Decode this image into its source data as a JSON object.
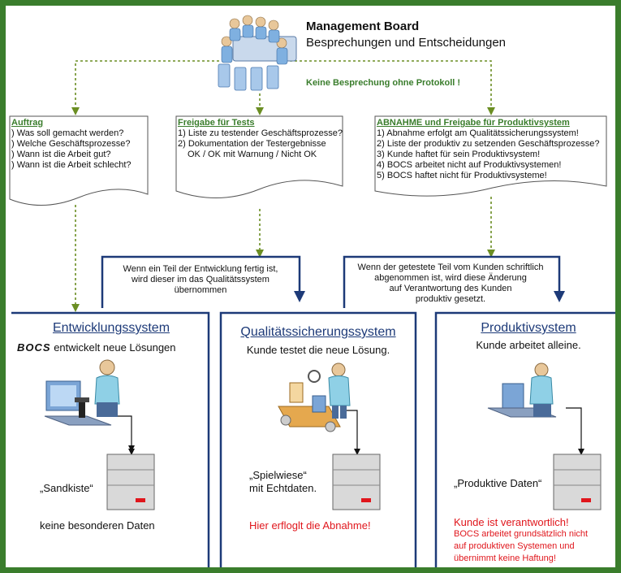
{
  "colors": {
    "frame": "#3a7d2c",
    "green_text": "#3a7d2c",
    "arrow_dotted": "#6b8e23",
    "dark_blue": "#1d3a78",
    "red": "#e0161c"
  },
  "header": {
    "title": "Management Board",
    "subtitle": "Besprechungen und Entscheidungen",
    "note": "Keine Besprechung ohne Protokoll !"
  },
  "docs": {
    "auftrag": {
      "title": "Auftrag",
      "items": [
        ") Was soll gemacht werden?",
        ") Welche Geschäftsprozesse?",
        ") Wann ist die Arbeit gut?",
        ") Wann ist die Arbeit schlecht?"
      ]
    },
    "freigabe": {
      "title": "Freigabe für Tests",
      "items": [
        "1) Liste zu testender Geschäftsprozesse?",
        "2) Dokumentation der Testergebnisse",
        "OK / OK mit Warnung / Nicht OK"
      ]
    },
    "abnahme": {
      "title": "ABNAHME und Freigabe für Produktivsystem",
      "items": [
        "1) Abnahme erfolgt am Qualitätssicherungssystem!",
        "2) Liste der produktiv zu setzenden Geschäftsprozesse?",
        "3) Kunde haftet für sein Produktivsystem!",
        "4) BOCS arbeitet nicht auf Produktivsystemen!",
        "5) BOCS haftet nicht für Produktivsysteme!"
      ]
    }
  },
  "transitions": {
    "dev_to_qa": [
      "Wenn ein Teil der Entwicklung fertig ist,",
      "wird dieser im das Qualitätssystem",
      "übernommen"
    ],
    "qa_to_prod": [
      "Wenn der getestete Teil vom Kunden schriftlich",
      "abgenommen ist, wird diese Änderung",
      "auf Verantwortung des Kunden",
      "produktiv gesetzt."
    ]
  },
  "systems": {
    "dev": {
      "title": "Entwicklungssystem",
      "logo": "BOCS",
      "subtitle": "entwickelt neue Lösungen",
      "data_label": "„Sandkiste“",
      "footer": "keine besonderen Daten"
    },
    "qa": {
      "title": "Qualitätssicherungssystem",
      "subtitle": "Kunde testet die neue Lösung.",
      "data_label_1": "„Spielwiese“",
      "data_label_2": "mit Echtdaten.",
      "footer": "Hier erfloglt die Abnahme!"
    },
    "prod": {
      "title": "Produktivsystem",
      "subtitle": "Kunde arbeitet alleine.",
      "data_label": "„Produktive Daten“",
      "footer": [
        "Kunde ist verantwortlich!",
        "BOCS arbeitet grundsätzlich nicht",
        "auf produktiven Systemen und",
        "übernimmt keine Haftung!"
      ]
    }
  },
  "icons": [
    "meeting-group-icon",
    "developer-microscope-icon",
    "tester-conveyor-icon",
    "customer-workstation-icon",
    "server-icon"
  ]
}
